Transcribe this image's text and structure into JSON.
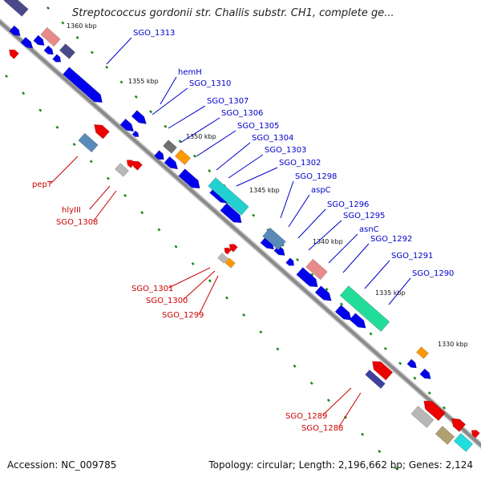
{
  "title": "Streptococcus gordonii str. Challis substr. CH1, complete ge...",
  "accession": "Accession: NC_009785",
  "summary": "Topology: circular; Length: 2,196,662 bp; Genes: 2,124",
  "colors": {
    "backbone": "#8a8a8a",
    "dots": "#1c8a1c",
    "forward_label": "#0000cc",
    "reverse_label": "#cc0000"
  },
  "ticks": [
    "1360 kbp",
    "1355 kbp",
    "1350 kbp",
    "1345 kbp",
    "1340 kbp",
    "1335 kbp",
    "1330 kbp"
  ],
  "forward_labels": [
    "SGO_1313",
    "hemH",
    "SGO_1310",
    "SGO_1307",
    "SGO_1306",
    "SGO_1305",
    "SGO_1304",
    "SGO_1303",
    "SGO_1302",
    "SGO_1298",
    "aspC",
    "SGO_1296",
    "SGO_1295",
    "asnC",
    "SGO_1292",
    "SGO_1291",
    "SGO_1290"
  ],
  "reverse_labels": [
    "pepT",
    "hlyIII",
    "SGO_1308",
    "SGO_1301",
    "SGO_1300",
    "SGO_1299",
    "SGO_1289",
    "SGO_1288"
  ]
}
